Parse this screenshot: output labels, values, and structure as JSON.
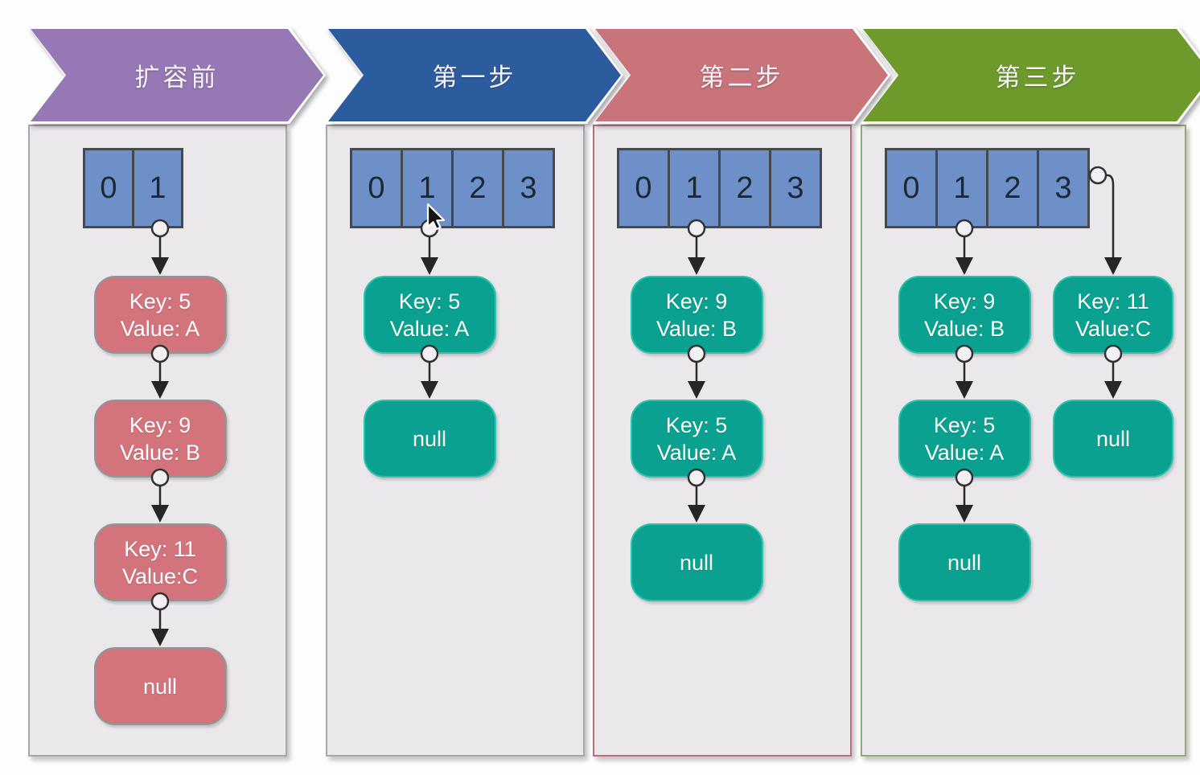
{
  "diagram": {
    "subject": "hashmap-resize-steps",
    "colors": {
      "banner_purple": "#9678b4",
      "banner_blue": "#2d5c9e",
      "banner_red": "#c9737b",
      "banner_green": "#6d9a2a",
      "array_cell_fill": "#6e90c8",
      "array_cell_border": "#46494e",
      "node_red_fill": "#d3737b",
      "node_teal_fill": "#0aa190",
      "panel_fill": "#eae8eb",
      "connector": "#2b2b2b"
    },
    "icons": {
      "cursor": "mouse-cursor"
    },
    "columns": [
      {
        "header": {
          "label": "扩容前",
          "color": "#9678b4"
        },
        "panel_border": "#a8a6a9",
        "array": {
          "cells": [
            "0",
            "1"
          ]
        },
        "chains": [
          {
            "from_cell": "1",
            "style": "red",
            "nodes": [
              [
                "Key: 5",
                "Value: A"
              ],
              [
                "Key: 9",
                "Value: B"
              ],
              [
                "Key: 11",
                "Value:C"
              ],
              [
                "null"
              ]
            ]
          }
        ]
      },
      {
        "header": {
          "label": "第一步",
          "color": "#2d5c9e"
        },
        "panel_border": "#a8a6a9",
        "array": {
          "cells": [
            "0",
            "1",
            "2",
            "3"
          ]
        },
        "cursor_over_cell": "1",
        "chains": [
          {
            "from_cell": "1",
            "style": "teal",
            "nodes": [
              [
                "Key: 5",
                "Value: A"
              ],
              [
                "null"
              ]
            ]
          }
        ]
      },
      {
        "header": {
          "label": "第二步",
          "color": "#c9737b"
        },
        "panel_border": "#bd6e78",
        "array": {
          "cells": [
            "0",
            "1",
            "2",
            "3"
          ]
        },
        "chains": [
          {
            "from_cell": "1",
            "style": "teal",
            "nodes": [
              [
                "Key: 9",
                "Value: B"
              ],
              [
                "Key: 5",
                "Value: A"
              ],
              [
                "null"
              ]
            ]
          }
        ]
      },
      {
        "header": {
          "label": "第三步",
          "color": "#6d9a2a"
        },
        "panel_border": "#98a873",
        "array": {
          "cells": [
            "0",
            "1",
            "2",
            "3"
          ]
        },
        "chains": [
          {
            "from_cell": "1",
            "style": "teal",
            "nodes": [
              [
                "Key: 9",
                "Value: B"
              ],
              [
                "Key: 5",
                "Value: A"
              ],
              [
                "null"
              ]
            ]
          },
          {
            "from_cell": "3",
            "side_exit": true,
            "style": "teal",
            "nodes": [
              [
                "Key: 11",
                "Value:C"
              ],
              [
                "null"
              ]
            ]
          }
        ]
      }
    ]
  }
}
